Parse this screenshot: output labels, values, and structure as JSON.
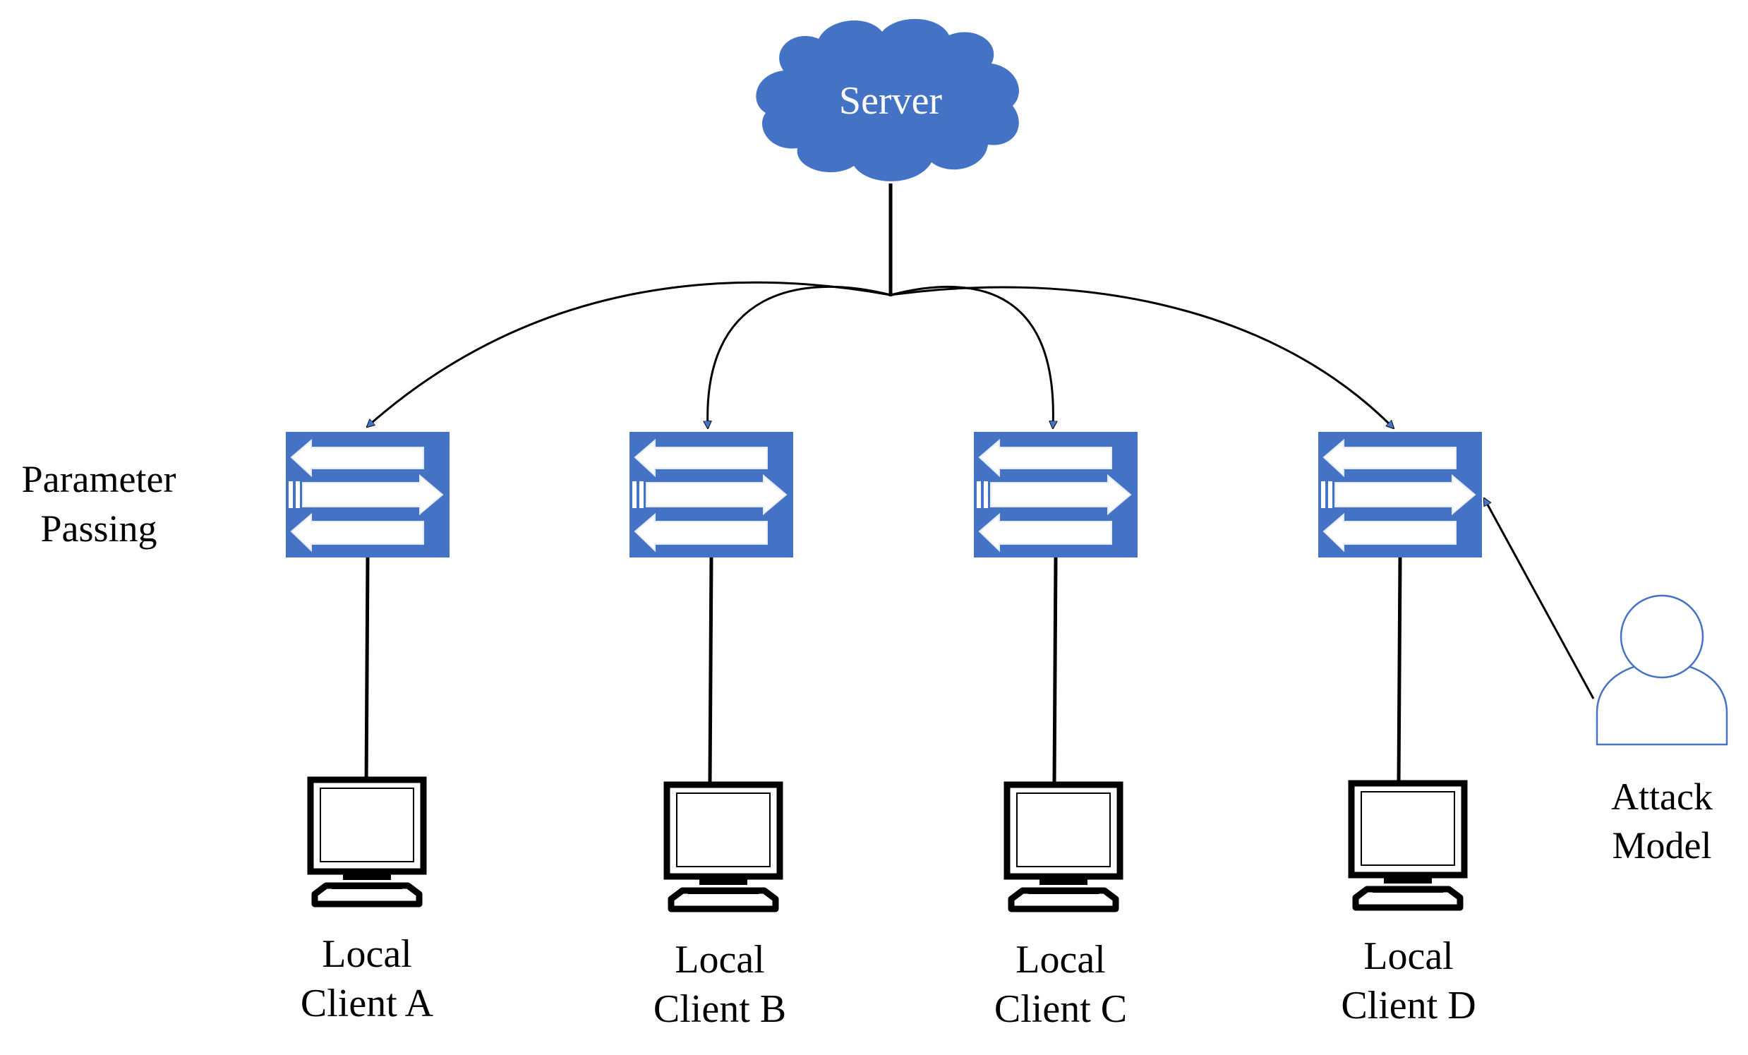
{
  "server": {
    "label": "Server",
    "color": "#4472C4"
  },
  "parameter_passing": {
    "line1": "Parameter",
    "line2": "Passing"
  },
  "switch_color": "#4472C4",
  "clients": [
    {
      "line1": "Local",
      "line2": "Client A"
    },
    {
      "line1": "Local",
      "line2": "Client B"
    },
    {
      "line1": "Local",
      "line2": "Client C"
    },
    {
      "line1": "Local",
      "line2": "Client D"
    }
  ],
  "attack_model": {
    "line1": "Attack",
    "line2": "Model",
    "icon": "person-icon",
    "outline_color": "#4472C4"
  }
}
